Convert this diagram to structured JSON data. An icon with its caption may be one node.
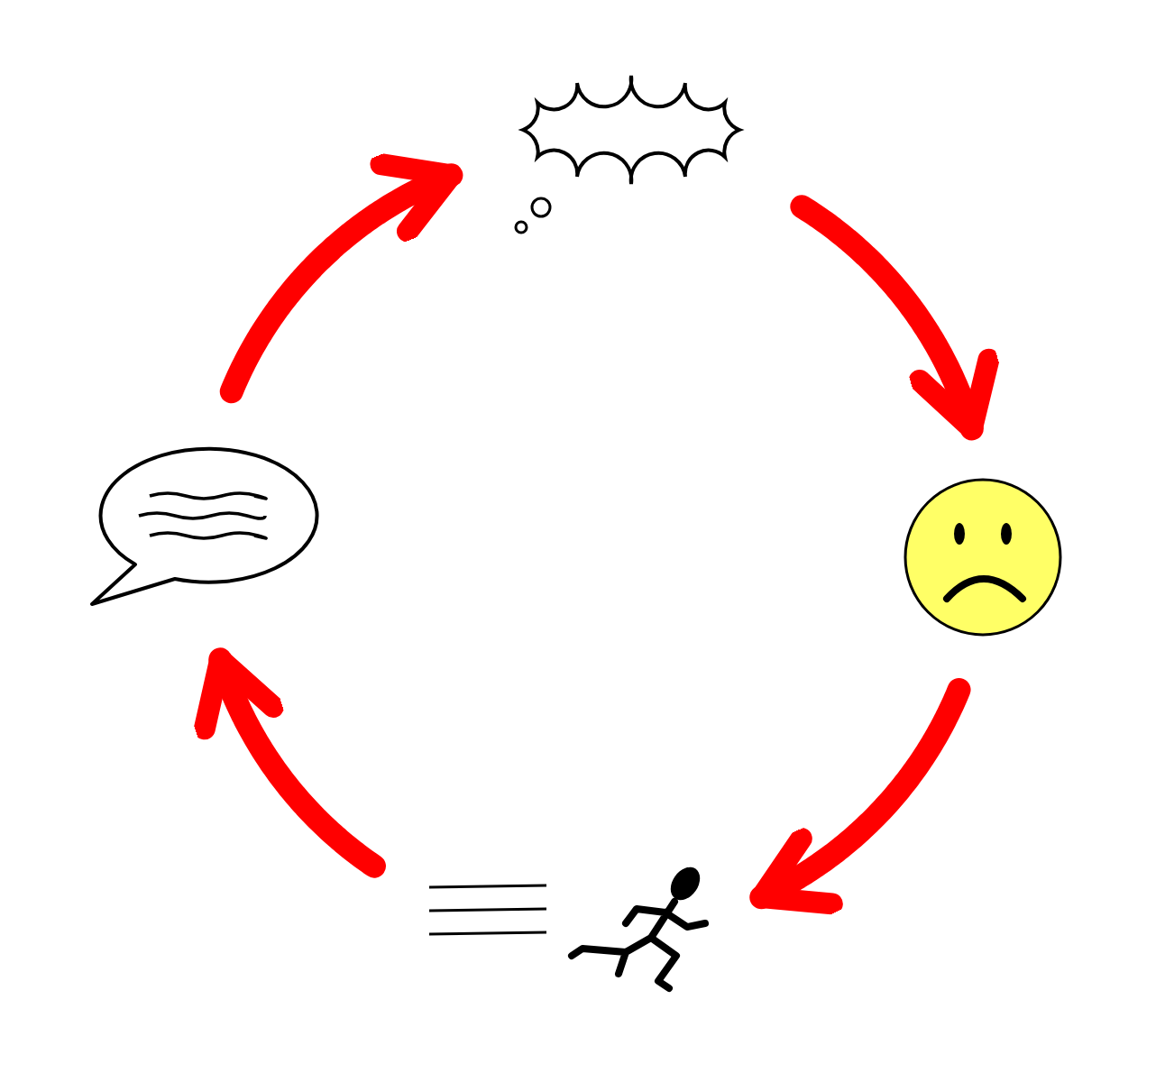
{
  "diagram": {
    "nodes": [
      {
        "text": [],
        "shape": "cloud"
      },
      {
        "text": [],
        "shape": "bubble"
      },
      {
        "text": [],
        "shape": "face"
      },
      {
        "text": [],
        "shape": "person"
      }
    ],
    "edges": [
      {
        "from": 1,
        "to": 0,
        "arrow": "to"
      },
      {
        "from": 0,
        "to": 2,
        "arrow": "to"
      },
      {
        "from": 2,
        "to": 3,
        "arrow": "to"
      },
      {
        "from": 3,
        "to": 1,
        "arrow": "to"
      }
    ]
  }
}
